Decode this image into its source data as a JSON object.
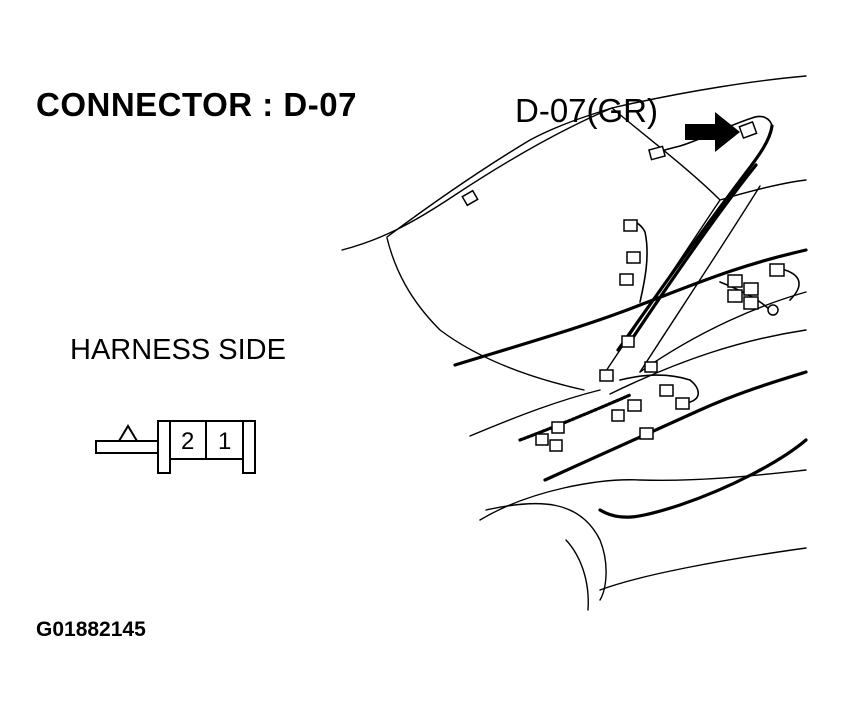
{
  "title": "CONNECTOR : D-07",
  "harness_label": "HARNESS SIDE",
  "callout_label": "D-07(GR)",
  "figure_code": "G01882145",
  "connector": {
    "pins": [
      "2",
      "1"
    ]
  }
}
